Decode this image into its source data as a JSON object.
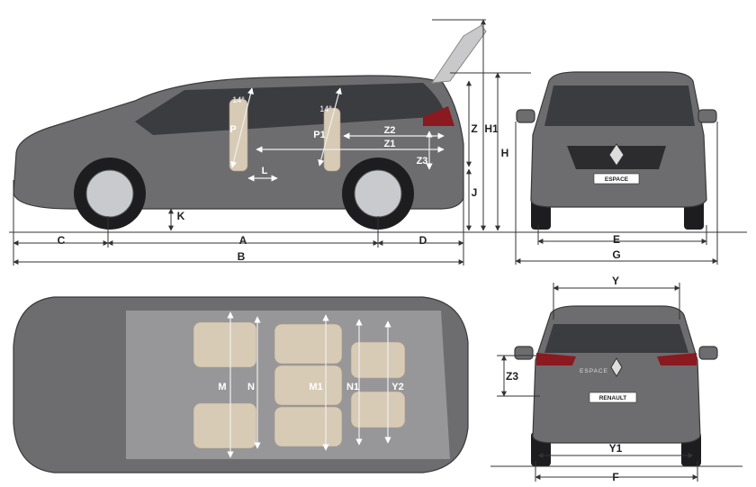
{
  "side_view": {
    "labels": {
      "C": "C",
      "A": "A",
      "D": "D",
      "B": "B",
      "K": "K",
      "J": "J",
      "Z": "Z",
      "H1": "H1",
      "H": "H",
      "P": "P",
      "P1": "P1",
      "Z1": "Z1",
      "Z2": "Z2",
      "Z3": "Z3",
      "L": "L",
      "angle_front": "14°",
      "angle_rear": "14°"
    }
  },
  "front_view": {
    "labels": {
      "E": "E",
      "G": "G"
    },
    "plate_text": "ESPACE"
  },
  "top_view": {
    "labels": {
      "M": "M",
      "N": "N",
      "M1": "M1",
      "N1": "N1",
      "Y2": "Y2"
    }
  },
  "rear_view": {
    "labels": {
      "Y": "Y",
      "Y1": "Y1",
      "F": "F",
      "Z3": "Z3"
    },
    "plate_text": "RENAULT",
    "badge_text": "ESPACE"
  },
  "colors": {
    "body": "#6d6d70",
    "seats": "#d8cbb6",
    "taillight": "#8a1a1f",
    "lines": "#333333"
  }
}
